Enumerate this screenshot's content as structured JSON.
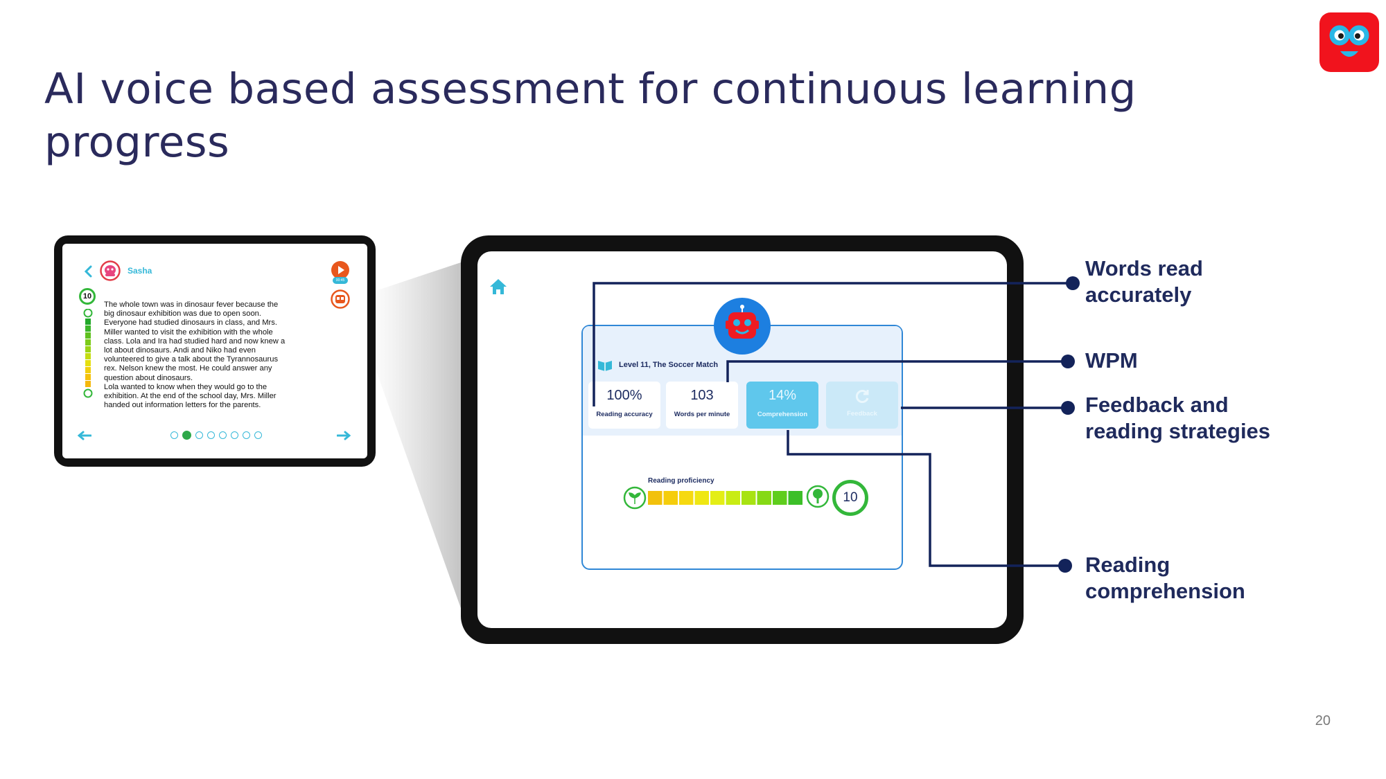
{
  "slide": {
    "title": "AI voice based assessment for continuous learning progress",
    "page_number": "20"
  },
  "reader": {
    "user_name": "Sasha",
    "level_badge": "10",
    "play_time": "00:45",
    "lines": [
      "The whole town was in dinosaur fever because the",
      "big dinosaur exhibition was due to open soon.",
      "Everyone had studied dinosaurs in class, and Mrs.",
      "Miller wanted to visit the exhibition with the whole",
      "class. Lola and Ira had studied hard and now knew a",
      "lot about dinosaurs. Andi and Niko had even",
      "volunteered to give a talk about the Tyrannosaurus",
      "rex. Nelson knew the most. He could answer any",
      "question about dinosaurs.",
      "Lola wanted to know when they would go to the",
      "exhibition. At the end of the school day, Mrs. Miller",
      "handed out information letters for the parents."
    ],
    "page_dots": [
      "1",
      "2",
      "3",
      "4",
      "5",
      "6",
      "7",
      "8"
    ]
  },
  "results": {
    "story_title": "Level 11, The Soccer Match",
    "metrics": [
      {
        "value": "100%",
        "label": "Reading accuracy"
      },
      {
        "value": "103",
        "label": "Words per minute"
      },
      {
        "value": "14%",
        "label": "Comprehension"
      },
      {
        "value": "",
        "label": "Feedback"
      }
    ],
    "proficiency_label": "Reading proficiency",
    "proficiency_level": "10",
    "proficiency_colors": [
      "#f2c10c",
      "#f5cd0c",
      "#f6d910",
      "#efe713",
      "#e4ee16",
      "#c9ec14",
      "#a8e312",
      "#86d915",
      "#5fcd1d",
      "#3cbf28"
    ]
  },
  "callouts": [
    {
      "line1": "Words read",
      "line2": "accurately"
    },
    {
      "line1": "WPM",
      "line2": ""
    },
    {
      "line1": "Feedback and",
      "line2": "reading strategies"
    },
    {
      "line1": "Reading",
      "line2": "comprehension"
    }
  ],
  "colors": {
    "title": "#2a2a5c",
    "callout_line": "#13235a",
    "panel_border": "#2f87d6",
    "brand_red": "#f1131d",
    "accent_cyan": "#35b8d8",
    "orange": "#e8571d"
  },
  "icons": [
    "back-chevron-icon",
    "avatar-icon",
    "play-icon",
    "robot-icon",
    "home-icon",
    "refresh-icon",
    "book-icon",
    "sprout-icon",
    "tree-icon",
    "arrow-left-icon",
    "arrow-right-icon"
  ]
}
